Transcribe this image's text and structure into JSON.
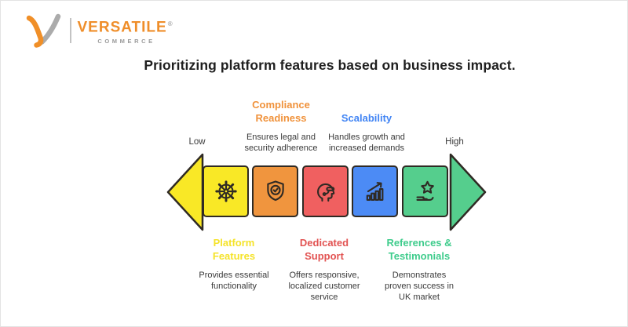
{
  "logo": {
    "brand": "VERSATILE",
    "registered_mark": "®",
    "subtitle": "COMMERCE",
    "brand_color": "#EF8E2A",
    "subtitle_color": "#9A9A9A"
  },
  "title": "Prioritizing platform features based on business impact.",
  "scale": {
    "low_label": "Low",
    "high_label": "High"
  },
  "arrow": {
    "outline_color": "#2F2A24",
    "left_head_color": "#F9E826",
    "right_head_color": "#55CE8D"
  },
  "features": [
    {
      "name": "Platform Features",
      "label": "Platform\nFeatures",
      "description": "Provides essential\nfunctionality",
      "label_color": "#F5E32A",
      "segment_color": "#F9E826",
      "icon": "gear-icon",
      "label_position": "bottom"
    },
    {
      "name": "Compliance Readiness",
      "label": "Compliance\nReadiness",
      "description": "Ensures legal and\nsecurity adherence",
      "label_color": "#F0923B",
      "segment_color": "#F0953E",
      "icon": "shield-check-icon",
      "label_position": "top"
    },
    {
      "name": "Dedicated Support",
      "label": "Dedicated\nSupport",
      "description": "Offers responsive,\nlocalized customer\nservice",
      "label_color": "#E25352",
      "segment_color": "#F06060",
      "icon": "support-agent-icon",
      "label_position": "bottom"
    },
    {
      "name": "Scalability",
      "label": "Scalability",
      "description": "Handles growth and\nincreased demands",
      "label_color": "#4285F4",
      "segment_color": "#4C8BF5",
      "icon": "growth-chart-icon",
      "label_position": "top"
    },
    {
      "name": "References & Testimonials",
      "label": "References &\nTestimonials",
      "description": "Demonstrates\nproven success in\nUK market",
      "label_color": "#3FCC8C",
      "segment_color": "#55CE8D",
      "icon": "star-hand-icon",
      "label_position": "bottom"
    }
  ]
}
